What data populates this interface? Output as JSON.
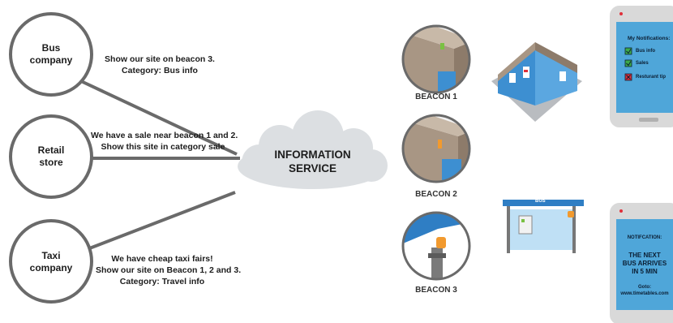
{
  "actors": [
    {
      "name": "Bus company",
      "line1": "Bus",
      "line2": "company",
      "message": [
        "Show our site on beacon 3.",
        "Category: Bus info"
      ]
    },
    {
      "name": "Retail store",
      "line1": "Retail",
      "line2": "store",
      "message": [
        "We have a sale near beacon 1 and 2.",
        "Show this site in category sale"
      ]
    },
    {
      "name": "Taxi company",
      "line1": "Taxi",
      "line2": "company",
      "message": [
        "We have cheap taxi fairs!",
        "Show our site on Beacon 1, 2 and 3.",
        "Category: Travel info"
      ]
    }
  ],
  "service": {
    "line1": "INFORMATION",
    "line2": "SERVICE"
  },
  "beacons": [
    "BEACON 1",
    "BEACON 2",
    "BEACON 3"
  ],
  "bus_sign": "BUS",
  "phone1": {
    "title": "My Notifications:",
    "items": [
      {
        "label": "Bus info",
        "state": "checked",
        "color": "#3daa4a"
      },
      {
        "label": "Sales",
        "state": "checked",
        "color": "#3daa4a"
      },
      {
        "label": "Resturant tip",
        "state": "unchecked",
        "color": "#e0303a"
      }
    ]
  },
  "phone2": {
    "header": "NOTIFCATION:",
    "line1": "THE NEXT",
    "line2": "BUS ARRIVES",
    "line3": "IN 5 MIN",
    "goto_label": "Goto:",
    "goto_url": "www.timetables.com"
  },
  "colors": {
    "phone_screen": "#4fa6d9",
    "phone_body": "#d9d9d9",
    "wall": "#a89684",
    "glass": "#3d8fd1",
    "circle_stroke": "#666666",
    "cloud": "#dcdfe2"
  }
}
